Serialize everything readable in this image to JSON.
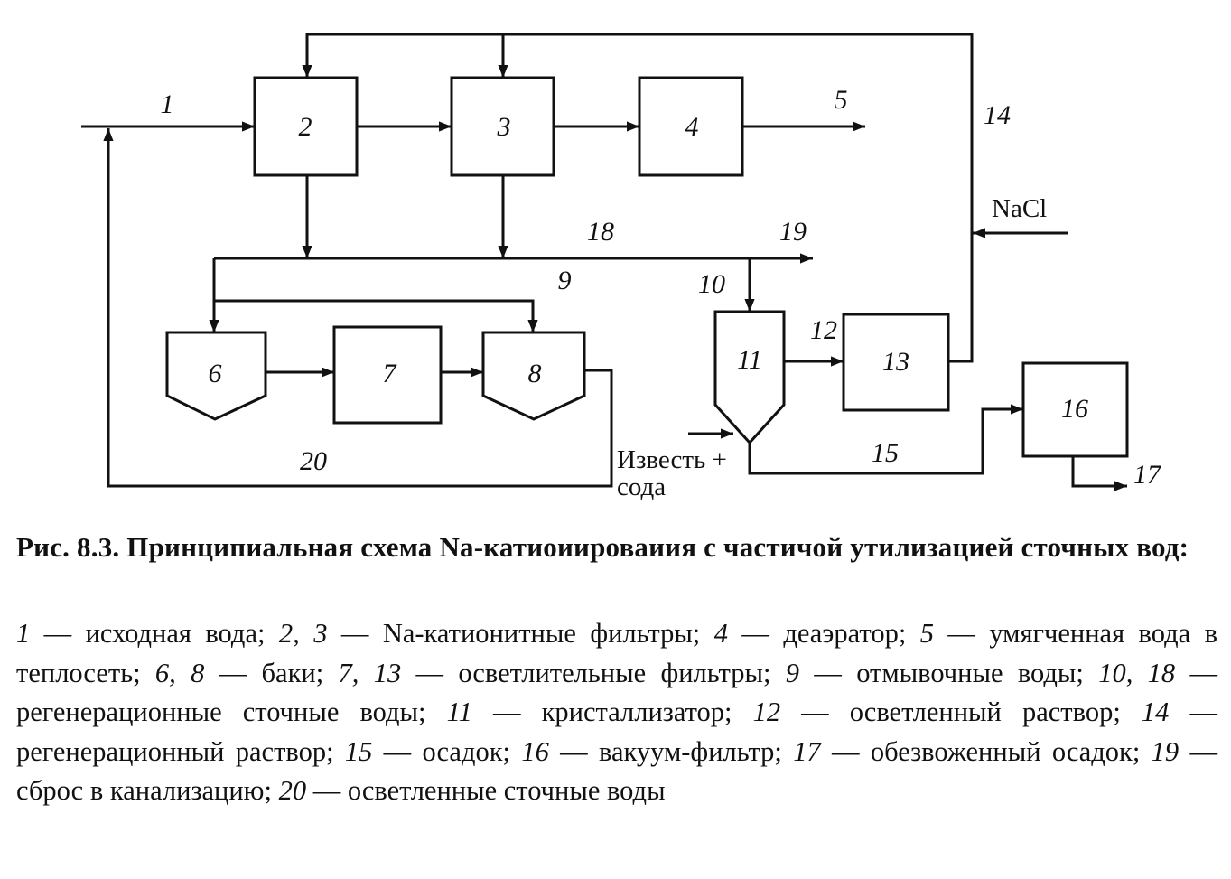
{
  "diagram": {
    "blocks": {
      "b2": "2",
      "b3": "3",
      "b4": "4",
      "b6": "6",
      "b7": "7",
      "b8": "8",
      "b11": "11",
      "b13": "13",
      "b16": "16"
    },
    "streams": {
      "s1": "1",
      "s5": "5",
      "s9": "9",
      "s10": "10",
      "s12": "12",
      "s14": "14",
      "s15": "15",
      "s17": "17",
      "s18": "18",
      "s19": "19",
      "s20": "20"
    },
    "labels": {
      "nacl": "NaCl",
      "lime_line1": "Известь +",
      "lime_line2": "сода"
    }
  },
  "caption": "Рис. 8.3. Принципиальная схема Na-катиоиировaиия с частичой утилизацией сточных вод:",
  "legend": [
    {
      "num": "1",
      "text": " — исходная вода; "
    },
    {
      "num": "2, 3",
      "text": " — Na-катионитные фильтры; "
    },
    {
      "num": "4",
      "text": " — деаэратор; "
    },
    {
      "num": "5",
      "text": " — умягченная вода в теплосеть; "
    },
    {
      "num": "6, 8",
      "text": " — баки; "
    },
    {
      "num": "7, 13",
      "text": " — осветлительные фильтры; "
    },
    {
      "num": "9",
      "text": " — отмывочные воды; "
    },
    {
      "num": "10, 18",
      "text": " — регенерационные сточные воды; "
    },
    {
      "num": "11",
      "text": " — кристаллизатор; "
    },
    {
      "num": "12",
      "text": " — осветленный раствор; "
    },
    {
      "num": "14",
      "text": " — регенерационный раствор; "
    },
    {
      "num": "15",
      "text": " — осадок; "
    },
    {
      "num": "16",
      "text": " — вакуум-фильтр; "
    },
    {
      "num": "17",
      "text": " — обезвоженный осадок; "
    },
    {
      "num": "19",
      "text": " — сброс в канализацию; "
    },
    {
      "num": "20",
      "text": " — осветленные сточные воды"
    }
  ]
}
